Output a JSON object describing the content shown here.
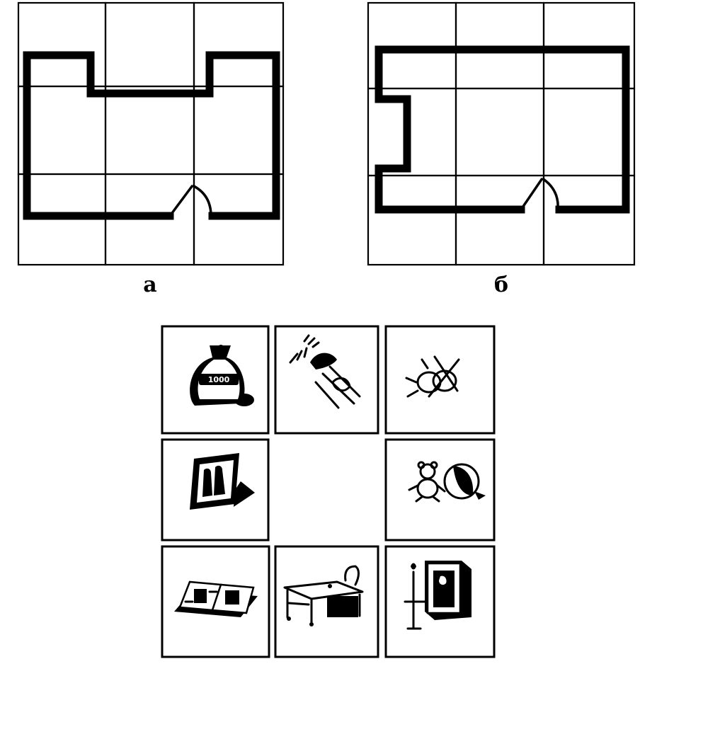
{
  "floor_plans": [
    {
      "id": "a",
      "label": "а"
    },
    {
      "id": "b",
      "label": "б"
    }
  ],
  "talisman_grid": {
    "cells": [
      {
        "position": "top-left",
        "icon": "money-bag-icon",
        "inscription": "1000"
      },
      {
        "position": "top-center",
        "icon": "trumpet-icon",
        "inscription": ""
      },
      {
        "position": "top-right",
        "icon": "wedding-rings-icon",
        "inscription": ""
      },
      {
        "position": "middle-left",
        "icon": "family-photo-frame-icon",
        "inscription": ""
      },
      {
        "position": "center",
        "icon": "",
        "inscription": ""
      },
      {
        "position": "middle-right",
        "icon": "toys-teddy-bear-ball-icon",
        "inscription": ""
      },
      {
        "position": "bottom-left",
        "icon": "open-book-icon",
        "inscription": ""
      },
      {
        "position": "bottom-center",
        "icon": "desk-chair-icon",
        "inscription": ""
      },
      {
        "position": "bottom-right",
        "icon": "icon-candle-icon",
        "inscription": ""
      }
    ]
  },
  "colors": {
    "ink": "#000000",
    "background": "#ffffff"
  }
}
